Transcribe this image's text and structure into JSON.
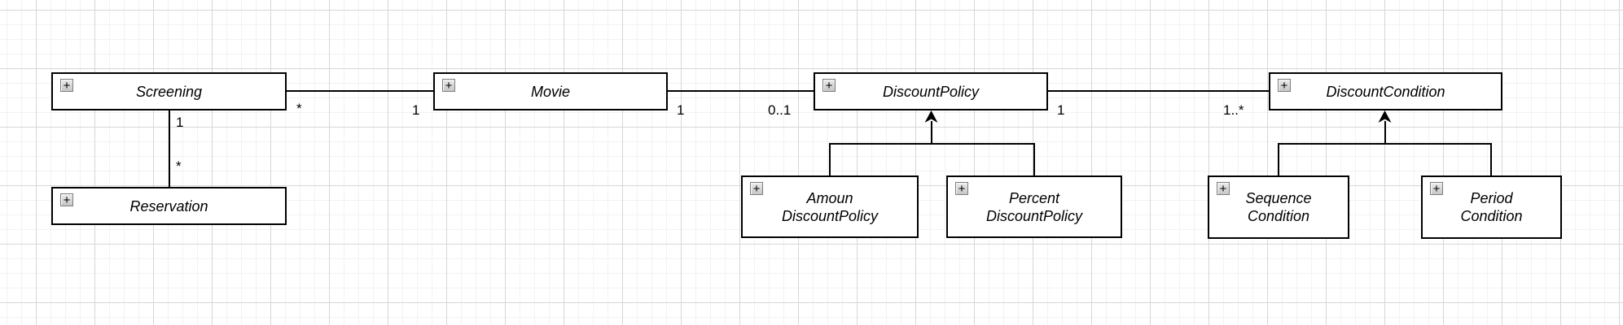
{
  "diagram": {
    "kind": "uml-class-diagram",
    "expand_glyph": "+",
    "colors": {
      "background": "#ffffff",
      "grid_minor": "#f2f2f2",
      "grid_major": "#d7d7d7",
      "shape_fill": "#ffffff",
      "shape_stroke": "#000000",
      "text": "#000000",
      "expand_icon_fill": "#d9d9d9",
      "expand_icon_border": "#7d7d7d"
    }
  },
  "classes": [
    {
      "id": "screening",
      "line1": "Screening",
      "line2": ""
    },
    {
      "id": "movie",
      "line1": "Movie",
      "line2": ""
    },
    {
      "id": "discount-policy",
      "line1": "DiscountPolicy",
      "line2": ""
    },
    {
      "id": "discount-condition",
      "line1": "DiscountCondition",
      "line2": ""
    },
    {
      "id": "reservation",
      "line1": "Reservation",
      "line2": ""
    },
    {
      "id": "amoun-discount-policy",
      "line1": "Amoun",
      "line2": "DiscountPolicy"
    },
    {
      "id": "percent-discount-policy",
      "line1": "Percent",
      "line2": "DiscountPolicy"
    },
    {
      "id": "sequence-condition",
      "line1": "Sequence",
      "line2": "Condition"
    },
    {
      "id": "period-condition",
      "line1": "Period",
      "line2": "Condition"
    }
  ],
  "associations": [
    {
      "from": "Screening",
      "to": "Movie",
      "from_label": "*",
      "to_label": "1"
    },
    {
      "from": "Movie",
      "to": "DiscountPolicy",
      "from_label": "1",
      "to_label": "0..1"
    },
    {
      "from": "DiscountPolicy",
      "to": "DiscountCondition",
      "from_label": "1",
      "to_label": "1..*"
    },
    {
      "from": "Screening",
      "to": "Reservation",
      "from_label": "1",
      "to_label": "*"
    }
  ],
  "generalizations": [
    {
      "subclass": "AmounDiscountPolicy",
      "superclass": "DiscountPolicy"
    },
    {
      "subclass": "PercentDiscountPolicy",
      "superclass": "DiscountPolicy"
    },
    {
      "subclass": "SequenceCondition",
      "superclass": "DiscountCondition"
    },
    {
      "subclass": "PeriodCondition",
      "superclass": "DiscountCondition"
    }
  ]
}
